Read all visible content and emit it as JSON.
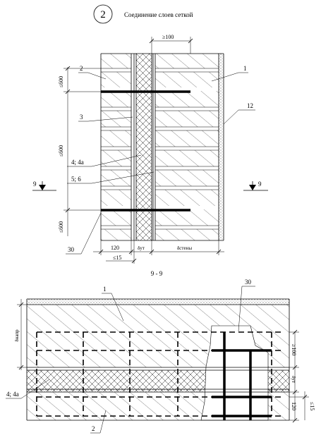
{
  "header": {
    "detail_number": "2",
    "title": "Соединение слоев сеткой"
  },
  "elevation": {
    "dim_top": "≥100",
    "spacing_top": "≤600",
    "spacing_middle": "≤600",
    "spacing_bottom": "≤600",
    "dim_masonry": "120",
    "dim_insulation": "δут",
    "dim_wall": "δстены",
    "dim_offset": "≤15",
    "section_mark_left": "9",
    "section_mark_right": "9",
    "callouts": {
      "c1": "1",
      "c2": "2",
      "c3": "3",
      "c4": "4; 4а",
      "c5": "5; 6",
      "c12": "12",
      "c30": "30"
    }
  },
  "section": {
    "title": "9 - 9",
    "dim_outer": "δнапр",
    "dim_overlap": "≥100",
    "dim_insulation": "δут",
    "dim_inner": "120",
    "dim_offset": "≤15",
    "callouts": {
      "c1": "1",
      "c2": "2",
      "c4": "4; 4а",
      "c30": "30"
    }
  }
}
